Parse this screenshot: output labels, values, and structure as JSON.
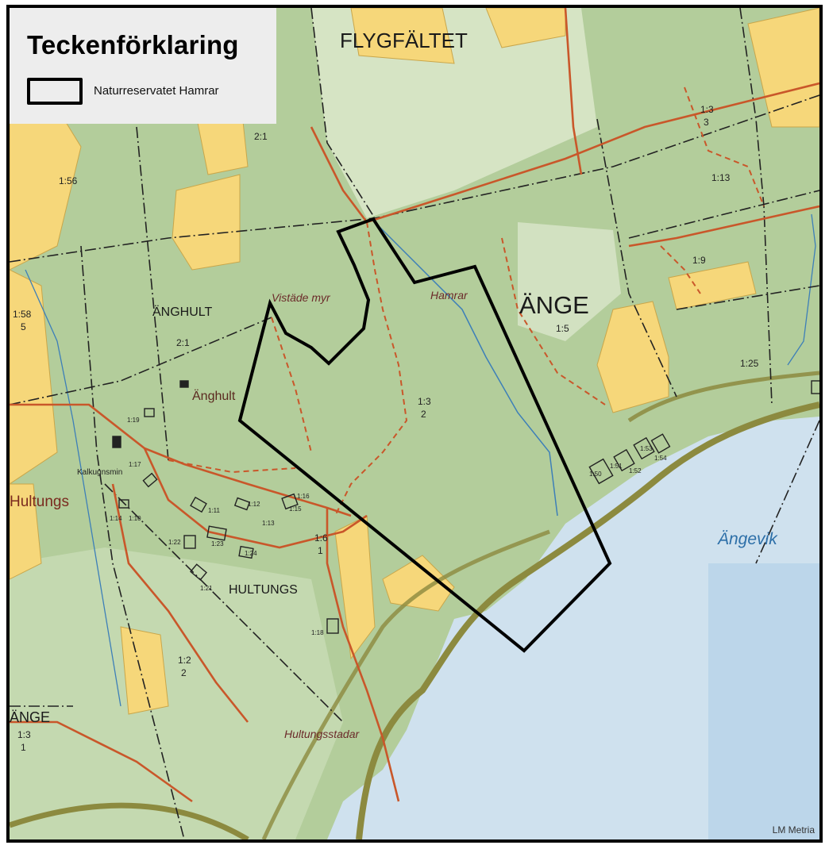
{
  "legend": {
    "title": "Teckenförklaring",
    "item_label": "Naturreservatet Hamrar"
  },
  "credit": "LM Metria",
  "labels": {
    "flygfaltet": "FLYGFÄLTET",
    "ange_big": "ÄNGE",
    "anghult_area": "ÄNGHULT",
    "hultungs_area": "HULTUNGS",
    "ange_left": "ÄNGE",
    "hultungs_left": "Hultungs",
    "anghult_place": "Änghult",
    "kalkugnsmin": "Kalkugnsmin",
    "vistade_myr": "Vistäde myr",
    "hamrar": "Hamrar",
    "hultungsstadar": "Hultungsstadar",
    "angevik": "Ängevik"
  },
  "parcels": {
    "p_2_1_top": "2:1",
    "p_1_56": "1:56",
    "p_1_58": "1:58",
    "p_5": "5",
    "p_2_1_mid": "2:1",
    "p_1_3_top": "1:3",
    "p_3": "3",
    "p_1_13": "1:13",
    "p_1_9": "1:9",
    "p_1_5": "1:5",
    "p_1_25": "1:25",
    "p_1_3_mid": "1:3",
    "p_2_mid": "2",
    "p_1_6": "1:6",
    "p_1_mid": "1",
    "p_1_2": "1:2",
    "p_2_low": "2",
    "p_1_3_low": "1:3",
    "p_1_low": "1",
    "p_1_21": "1:21",
    "p_1_18": "1:18",
    "p_1_23": "1:23",
    "p_1_22": "1:22",
    "p_1_12": "1:12",
    "p_1_11": "1:11",
    "p_1_13b": "1:13",
    "p_1_15": "1:15",
    "p_1_16": "1:16",
    "p_1_19": "1:19",
    "p_1_17": "1:17",
    "p_1_10": "1:10",
    "p_1_14": "1:14",
    "p_1_24": "1:24",
    "p_1_50": "1:50",
    "p_1_51": "1:51",
    "p_1_52": "1:52",
    "p_1_53": "1:53",
    "p_1_54": "1:54"
  },
  "colors": {
    "forest": "#b5cf9e",
    "field": "#f6d77a",
    "open": "#d6e4c6",
    "water": "#cde0ee",
    "road": "#c9572a",
    "reserve_outline": "#000000",
    "shore_band": "#8c8a3f"
  }
}
